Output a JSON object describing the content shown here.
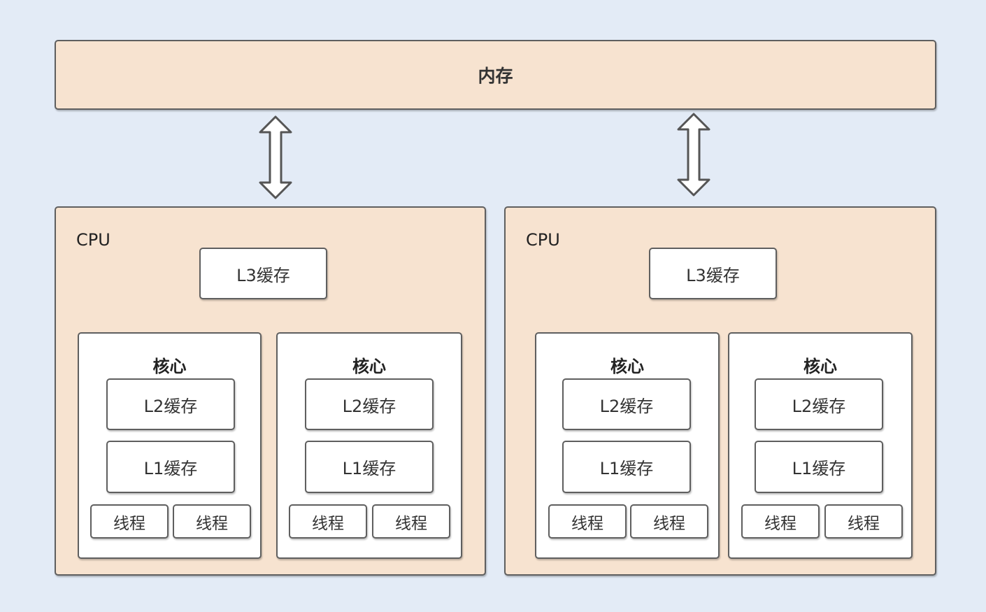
{
  "memory": {
    "label": "内存"
  },
  "cpus": [
    {
      "label": "CPU",
      "l3": "L3缓存",
      "cores": [
        {
          "title": "核心",
          "l2": "L2缓存",
          "l1": "L1缓存",
          "threads": [
            "线程",
            "线程"
          ]
        },
        {
          "title": "核心",
          "l2": "L2缓存",
          "l1": "L1缓存",
          "threads": [
            "线程",
            "线程"
          ]
        }
      ]
    },
    {
      "label": "CPU",
      "l3": "L3缓存",
      "cores": [
        {
          "title": "核心",
          "l2": "L2缓存",
          "l1": "L1缓存",
          "threads": [
            "线程",
            "线程"
          ]
        },
        {
          "title": "核心",
          "l2": "L2缓存",
          "l1": "L1缓存",
          "threads": [
            "线程",
            "线程"
          ]
        }
      ]
    }
  ],
  "colors": {
    "background": "#e3ebf6",
    "box_fill": "#f7e3d0",
    "border": "#5f5f5f"
  }
}
